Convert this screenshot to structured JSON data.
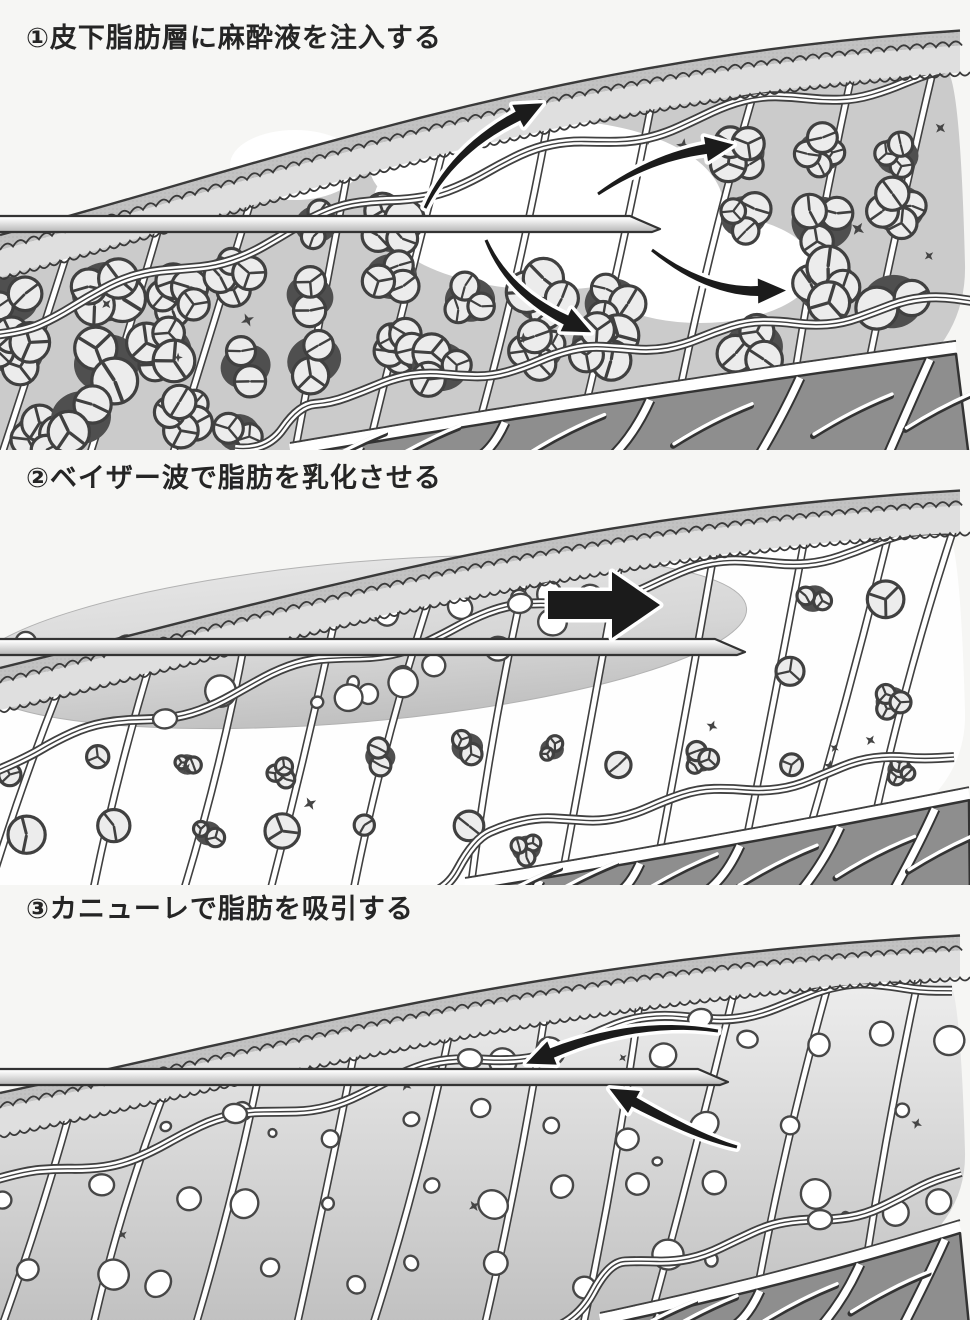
{
  "figure": {
    "background_color": "#f6f6f4",
    "text_color": "#252525"
  },
  "steps": [
    {
      "marker": "①",
      "label": "皮下脂肪層に麻酔液を注入する",
      "title": "①皮下脂肪層に麻酔液を注入する"
    },
    {
      "marker": "②",
      "label": "ベイザー波で脂肪を乳化させる",
      "title": "②ベイザー波で脂肪を乳化させる"
    },
    {
      "marker": "③",
      "label": "カニューレで脂肪を吸引する",
      "title": "③カニューレで脂肪を吸引する"
    }
  ],
  "illustration": {
    "palette": {
      "outline": "#404040",
      "skin": "#c2c2c2",
      "dermis": "#dfdfdf",
      "fat_matrix": "#cbcbcb",
      "fat_lobule": "#ececec",
      "fat_white": "#fefefe",
      "emulsion_zone_light": "#e2e2e2",
      "emulsion_zone_dark": "#c3c3c3",
      "muscle": "#8e8e8e",
      "cannula_light": "#ffffff",
      "cannula_dark": "#b5b5b5",
      "arrow": "#1b1b1b",
      "page": "#f6f6f4"
    }
  }
}
